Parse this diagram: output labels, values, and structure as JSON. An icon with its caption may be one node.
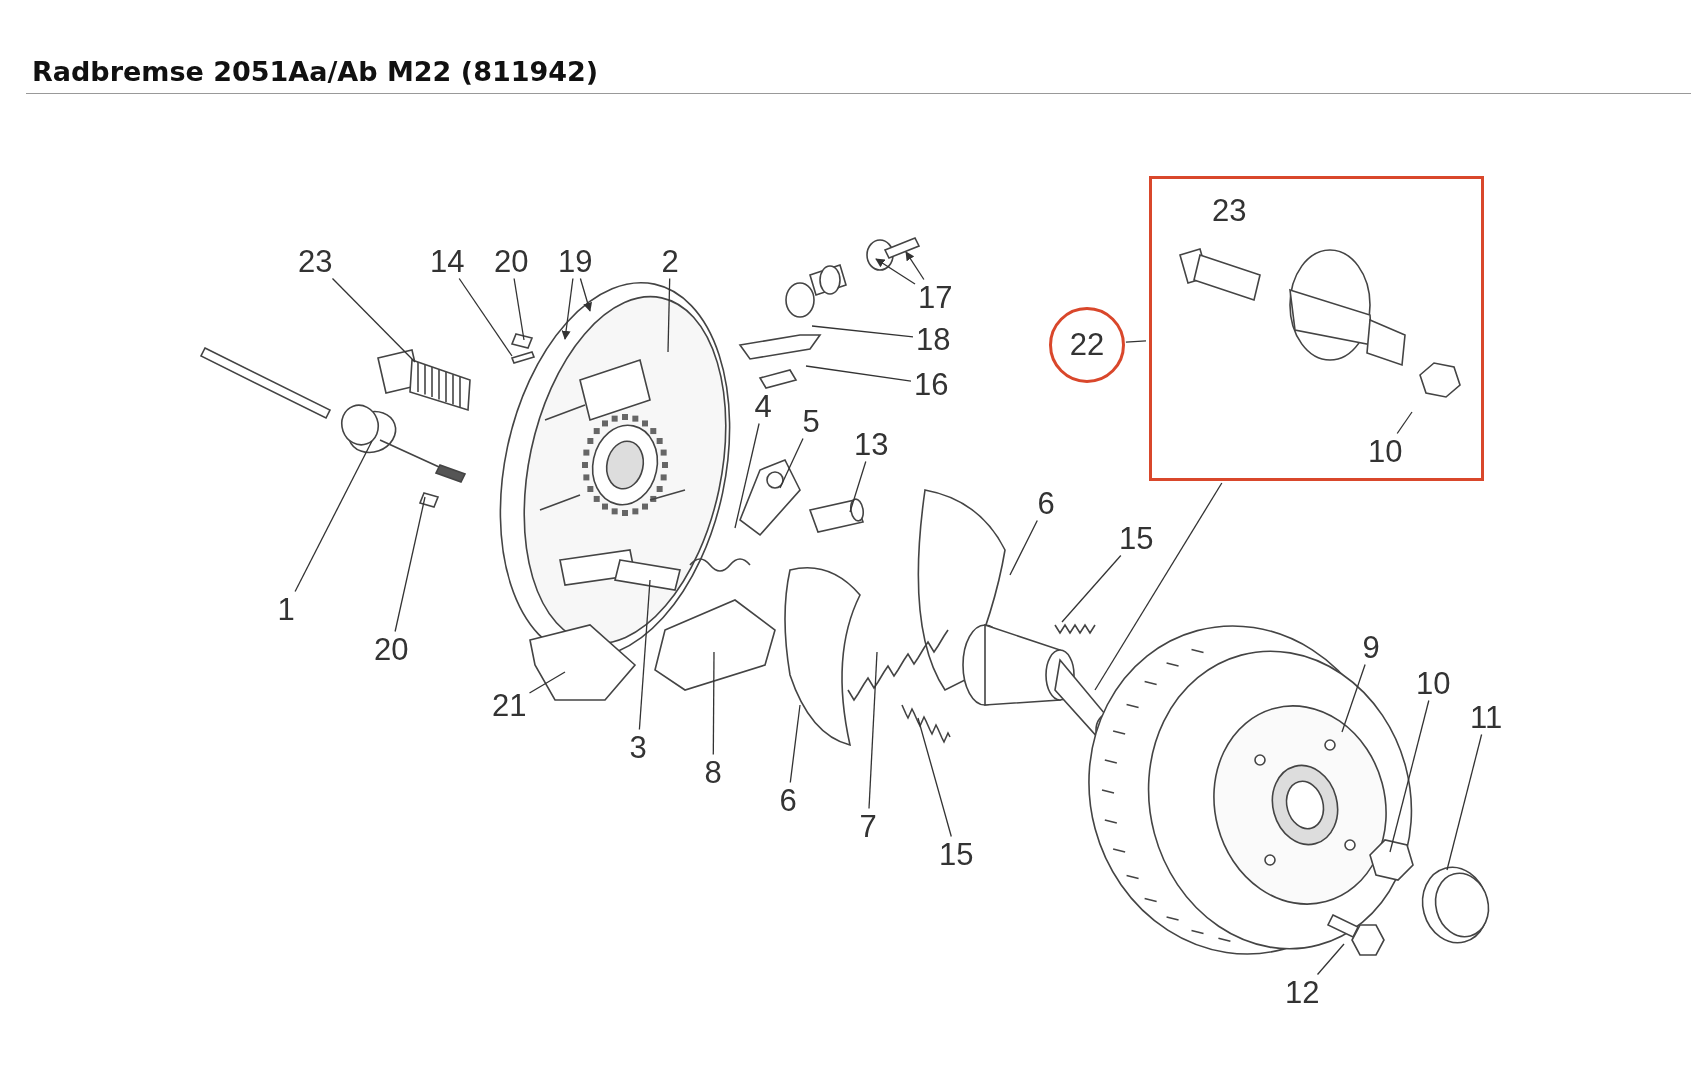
{
  "diagram": {
    "title": "Radbremse 2051Aa/Ab M22 (811942)",
    "nodes": [
      {
        "text": [
          "23"
        ]
      },
      {
        "text": [
          "14"
        ]
      },
      {
        "text": [
          "20"
        ]
      },
      {
        "text": [
          "19"
        ]
      },
      {
        "text": [
          "2"
        ]
      },
      {
        "text": [
          "17"
        ]
      },
      {
        "text": [
          "18"
        ]
      },
      {
        "text": [
          "16"
        ]
      },
      {
        "text": [
          "22"
        ]
      },
      {
        "text": [],
        "shape": "box"
      },
      {
        "text": [
          "23"
        ],
        "in": 9
      },
      {
        "text": [
          "10"
        ],
        "in": 9
      },
      {
        "text": [
          "4"
        ]
      },
      {
        "text": [
          "5"
        ]
      },
      {
        "text": [
          "13"
        ]
      },
      {
        "text": [
          "6"
        ]
      },
      {
        "text": [
          "15"
        ]
      },
      {
        "text": [
          "1"
        ]
      },
      {
        "text": [
          "20"
        ]
      },
      {
        "text": [
          "21"
        ]
      },
      {
        "text": [
          "3"
        ]
      },
      {
        "text": [
          "8"
        ]
      },
      {
        "text": [
          "6"
        ]
      },
      {
        "text": [
          "7"
        ]
      },
      {
        "text": [
          "15"
        ]
      },
      {
        "text": [
          "9"
        ]
      },
      {
        "text": [
          "10"
        ]
      },
      {
        "text": [
          "11"
        ]
      },
      {
        "text": [
          "12"
        ]
      }
    ],
    "edges": [
      {
        "from": 0,
        "to": null,
        "arrow": "none"
      },
      {
        "from": 1,
        "to": null,
        "arrow": "none"
      },
      {
        "from": 2,
        "to": null,
        "arrow": "none"
      },
      {
        "from": 3,
        "to": null,
        "arrow": "to"
      },
      {
        "from": 3,
        "to": null,
        "arrow": "to"
      },
      {
        "from": 4,
        "to": null,
        "arrow": "none"
      },
      {
        "from": 5,
        "to": null,
        "arrow": "to"
      },
      {
        "from": 5,
        "to": null,
        "arrow": "to"
      },
      {
        "from": 6,
        "to": null,
        "arrow": "none"
      },
      {
        "from": 7,
        "to": null,
        "arrow": "none"
      },
      {
        "from": 8,
        "to": 9,
        "arrow": "none"
      },
      {
        "from": 9,
        "to": null,
        "arrow": "none"
      },
      {
        "from": 11,
        "to": null,
        "arrow": "none"
      },
      {
        "from": 12,
        "to": null,
        "arrow": "none"
      },
      {
        "from": 13,
        "to": null,
        "arrow": "none"
      },
      {
        "from": 14,
        "to": null,
        "arrow": "none"
      },
      {
        "from": 15,
        "to": null,
        "arrow": "none"
      },
      {
        "from": 16,
        "to": null,
        "arrow": "none"
      },
      {
        "from": 17,
        "to": null,
        "arrow": "none"
      },
      {
        "from": 18,
        "to": null,
        "arrow": "none"
      },
      {
        "from": 19,
        "to": null,
        "arrow": "none"
      },
      {
        "from": 20,
        "to": null,
        "arrow": "none"
      },
      {
        "from": 21,
        "to": null,
        "arrow": "none"
      },
      {
        "from": 22,
        "to": null,
        "arrow": "none"
      },
      {
        "from": 23,
        "to": null,
        "arrow": "none"
      },
      {
        "from": 24,
        "to": null,
        "arrow": "none"
      },
      {
        "from": 25,
        "to": null,
        "arrow": "none"
      },
      {
        "from": 26,
        "to": null,
        "arrow": "none"
      },
      {
        "from": 27,
        "to": null,
        "arrow": "none"
      },
      {
        "from": 28,
        "to": null,
        "arrow": "none"
      }
    ]
  }
}
